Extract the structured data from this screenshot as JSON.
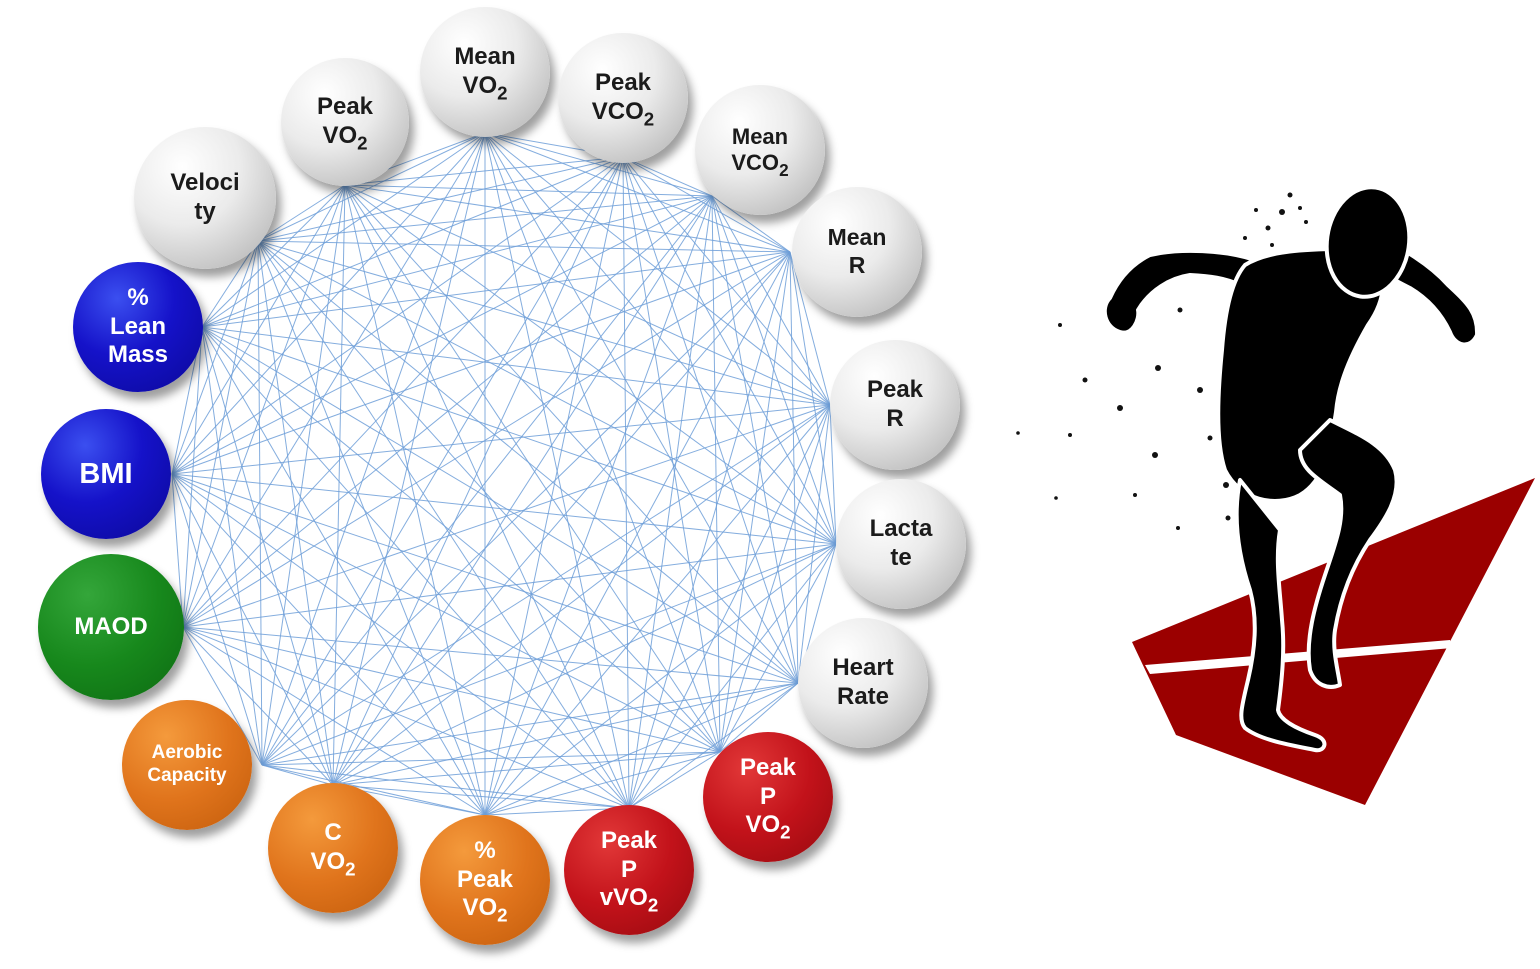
{
  "nodes": [
    {
      "id": "mean-vo2",
      "group": "physiological",
      "lines": [
        "Mean",
        "VO|2"
      ]
    },
    {
      "id": "peak-vco2",
      "group": "physiological",
      "lines": [
        "Peak",
        "VCO|2"
      ]
    },
    {
      "id": "mean-vco2",
      "group": "physiological",
      "lines": [
        "Mean",
        "VCO|2"
      ]
    },
    {
      "id": "mean-r",
      "group": "physiological",
      "lines": [
        "Mean",
        "R"
      ]
    },
    {
      "id": "peak-r",
      "group": "physiological",
      "lines": [
        "Peak",
        "R"
      ]
    },
    {
      "id": "lactate",
      "group": "physiological",
      "lines": [
        "Lacta",
        "te"
      ]
    },
    {
      "id": "heart-rate",
      "group": "physiological",
      "lines": [
        "Heart",
        "Rate"
      ]
    },
    {
      "id": "peak-p-vo2",
      "group": "peak-power",
      "lines": [
        "Peak",
        "P",
        "VO|2"
      ]
    },
    {
      "id": "peak-p-vvo2",
      "group": "peak-power",
      "lines": [
        "Peak",
        "P",
        "vVO|2"
      ]
    },
    {
      "id": "pct-peak-vo2",
      "group": "aerobic",
      "lines": [
        "%",
        "Peak",
        "VO|2"
      ]
    },
    {
      "id": "c-vo2",
      "group": "aerobic",
      "lines": [
        "C",
        "VO|2"
      ]
    },
    {
      "id": "aerobic-capacity",
      "group": "aerobic",
      "lines": [
        "Aerobic",
        "Capacity"
      ]
    },
    {
      "id": "maod",
      "group": "anaerobic",
      "lines": [
        "MAOD"
      ]
    },
    {
      "id": "bmi",
      "group": "anthropometric",
      "lines": [
        "BMI"
      ]
    },
    {
      "id": "pct-lean-mass",
      "group": "anthropometric",
      "lines": [
        "%",
        "Lean",
        "Mass"
      ]
    },
    {
      "id": "velocity",
      "group": "physiological",
      "lines": [
        "Veloci",
        "ty"
      ]
    },
    {
      "id": "peak-vo2",
      "group": "physiological",
      "lines": [
        "Peak",
        "VO|2"
      ]
    }
  ],
  "colors": {
    "physiological": "#d4d4d4",
    "anthropometric": "#1512c9",
    "anaerobic": "#17881c",
    "aerobic": "#e0741c",
    "peak-power": "#c2121a",
    "edges": "#6f9fd8",
    "runner": "#000000",
    "track": "#9b0000"
  },
  "edge_style": "complete-graph",
  "illustration": {
    "subject": "runner-silhouette",
    "icon": "sprinter-icon"
  }
}
